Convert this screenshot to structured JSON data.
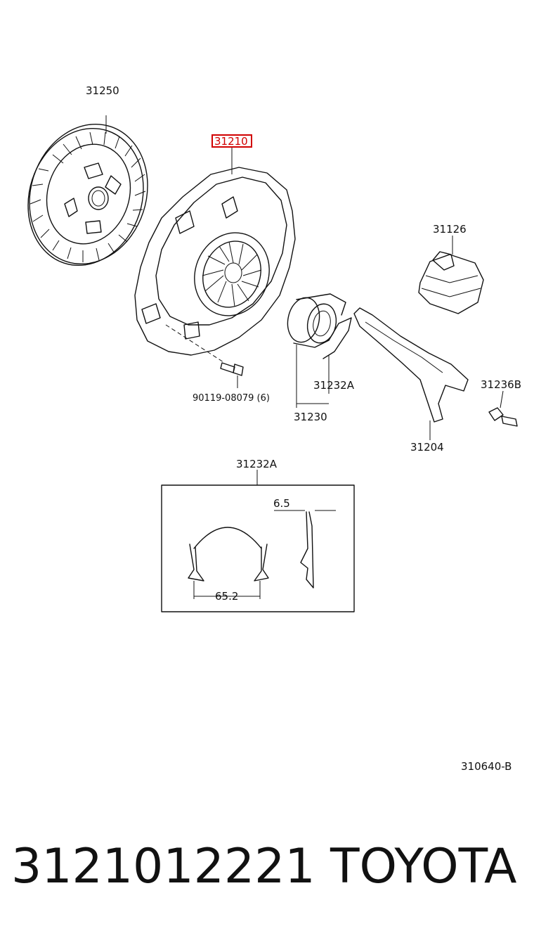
{
  "diagram": {
    "callouts": {
      "clutch_disc": "31250",
      "clutch_cover": "31210",
      "boot": "31126",
      "retainer_clip": "31232A",
      "bolt": "90119-08079 (6)",
      "release_bearing": "31230",
      "release_fork": "31204",
      "fork_support": "31236B",
      "clip_detail_title": "31232A",
      "dim_width": "6.5",
      "dim_span": "65.2",
      "illustration_code": "310640-B"
    },
    "highlight_color": "#d10000"
  },
  "footer": {
    "part_number": "3121012221",
    "brand": "TOYOTA"
  }
}
